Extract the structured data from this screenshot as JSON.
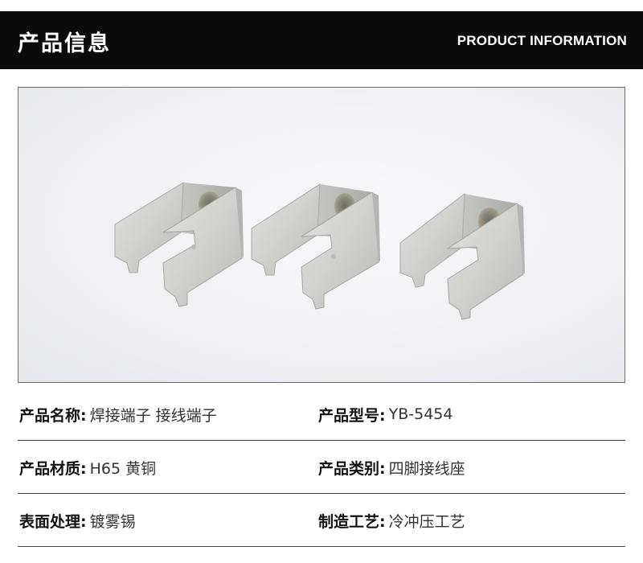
{
  "header": {
    "title": "产品信息",
    "subtitle": "PRODUCT INFORMATION"
  },
  "photo": {
    "subject": "three-solder-terminals"
  },
  "specs": [
    {
      "left": {
        "label": "产品名称:",
        "value": "焊接端子 接线端子"
      },
      "right": {
        "label": "产品型号:",
        "value": "YB-5454"
      }
    },
    {
      "left": {
        "label": "产品材质:",
        "value": "H65 黄铜"
      },
      "right": {
        "label": "产品类别:",
        "value": "四脚接线座"
      }
    },
    {
      "left": {
        "label": "表面处理:",
        "value": "镀雾锡"
      },
      "right": {
        "label": "制造工艺:",
        "value": "冷冲压工艺"
      }
    }
  ],
  "colors": {
    "header_bg": "#0b0b0b",
    "header_text": "#ffffff",
    "divider": "#444444",
    "metal": "#cfd1cc"
  }
}
